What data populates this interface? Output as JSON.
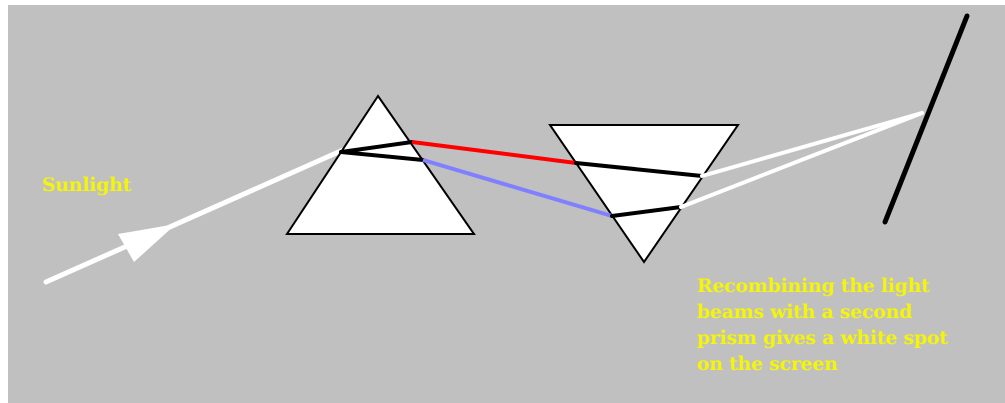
{
  "colors": {
    "background": "#c0c0c0",
    "frame": "#ffffff",
    "prism_fill": "#ffffff",
    "prism_stroke": "#000000",
    "sunlight_beam": "#ffffff",
    "red_beam": "#ff0000",
    "violet_beam": "#8080ff",
    "internal_beam": "#000000",
    "screen": "#000000",
    "label_text": "#f5f50a"
  },
  "labels": {
    "sunlight": "Sunlight",
    "caption_lines": [
      "Recombining the light",
      "beams with a second",
      "prism gives a white spot",
      "on the screen"
    ]
  }
}
